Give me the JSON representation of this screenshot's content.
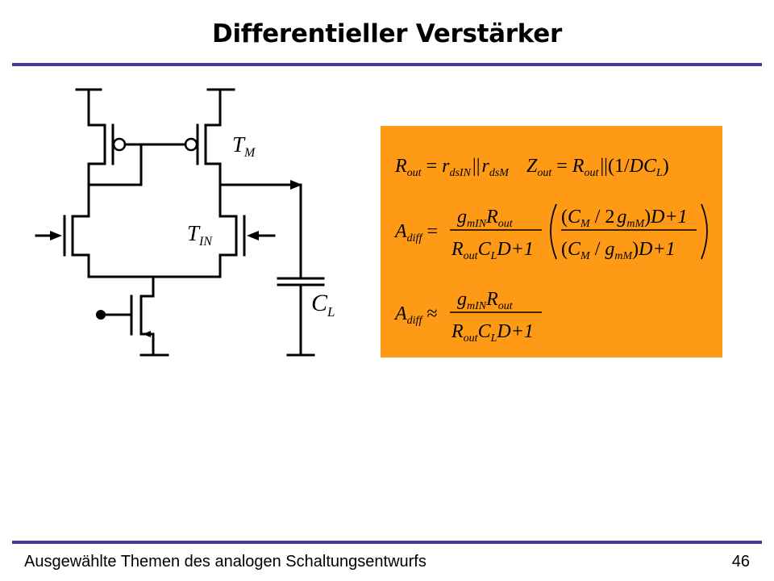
{
  "slide": {
    "title": "Differentieller Verstärker",
    "footer_text": "Ausgewählte Themen des analogen Schaltungsentwurfs",
    "page_number": "46"
  },
  "colors": {
    "rule": "#3c3c9e",
    "formula_background": "#ff9a16",
    "ink": "#000000"
  },
  "circuit": {
    "labels": {
      "tm": {
        "main": "T",
        "sub": "M"
      },
      "tin": {
        "main": "T",
        "sub": "IN"
      },
      "cl": {
        "main": "C",
        "sub": "L"
      }
    }
  },
  "formulas": {
    "line1": {
      "rout_lhs": {
        "main": "R",
        "sub": "out"
      },
      "eq": "=",
      "rds_in": {
        "main": "r",
        "sub": "dsIN"
      },
      "parallel": "||",
      "rds_m": {
        "main": "r",
        "sub": "dsM"
      },
      "zout_lhs": {
        "main": "Z",
        "sub": "out"
      },
      "eq2": "=",
      "rout_rhs": {
        "main": "R",
        "sub": "out"
      },
      "parallel2": "||",
      "paren_expr": "(1/",
      "dcl": {
        "main": "DC",
        "sub": "L"
      },
      "close": ")"
    },
    "line2": {
      "lhs": {
        "main": "A",
        "sub": "diff"
      },
      "eq": "=",
      "num": {
        "g": "g",
        "g_sub": "mIN",
        "r": "R",
        "r_sub": "out"
      },
      "den": {
        "r": "R",
        "r_sub": "out",
        "c": "C",
        "c_sub": "L",
        "rest": "D+1"
      },
      "inner_num": {
        "open": "(",
        "c": "C",
        "c_sub": "M",
        "mid": " / 2",
        "g": "g",
        "g_sub": "mM",
        "close": ")",
        "rest": "D+1"
      },
      "inner_den": {
        "open": "(",
        "c": "C",
        "c_sub": "M",
        "mid": " / ",
        "g": "g",
        "g_sub": "mM",
        "close": ")",
        "rest": "D+1"
      }
    },
    "line3": {
      "lhs": {
        "main": "A",
        "sub": "diff"
      },
      "approx": "≈",
      "num": {
        "g": "g",
        "g_sub": "mIN",
        "r": "R",
        "r_sub": "out"
      },
      "den": {
        "r": "R",
        "r_sub": "out",
        "c": "C",
        "c_sub": "L",
        "rest": "D+1"
      }
    }
  }
}
